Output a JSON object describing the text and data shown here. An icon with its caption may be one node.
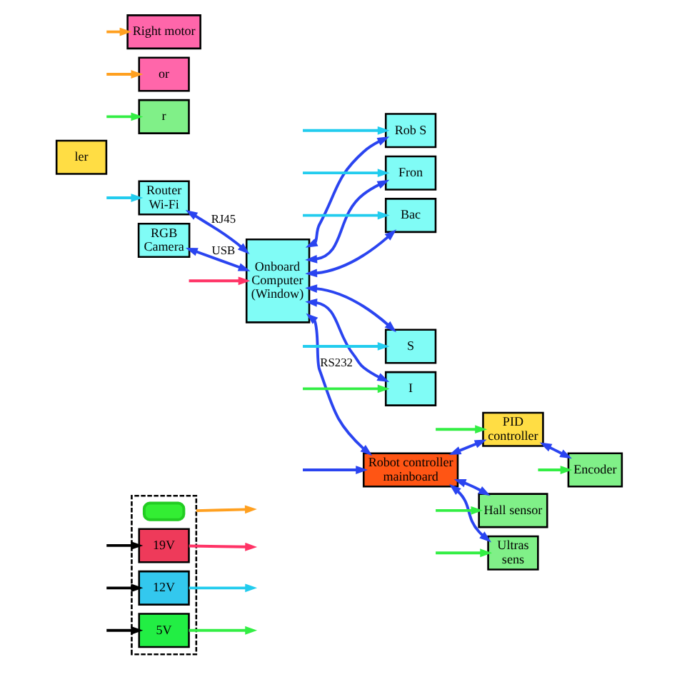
{
  "diagram": {
    "nodes": [
      {
        "text": [],
        "shape": "box"
      },
      {
        "text": [],
        "shape": "battery",
        "in": 0
      },
      {
        "text": [
          "19V"
        ],
        "in": 0
      },
      {
        "text": [
          "12V"
        ],
        "in": 0
      },
      {
        "text": [
          "5V"
        ],
        "in": 0
      },
      {
        "text": [
          "Router Wi-Fi"
        ]
      },
      {
        "text": [
          "RGB Camera"
        ]
      },
      {
        "text": [
          "Onboard Computer (Window)"
        ]
      },
      {
        "text": [
          "Rob S"
        ]
      },
      {
        "text": [
          "Fron"
        ]
      },
      {
        "text": [
          "Bac"
        ]
      },
      {
        "text": [
          "S"
        ]
      },
      {
        "text": [
          "I"
        ]
      },
      {
        "text": [
          "Robot controller mainboard"
        ]
      },
      {
        "text": [
          "ler"
        ]
      },
      {
        "text": [
          "PID controller"
        ]
      },
      {
        "text": [
          "r"
        ]
      },
      {
        "text": [
          "or"
        ]
      },
      {
        "text": [
          "Encoder"
        ]
      },
      {
        "text": [
          "Right motor"
        ]
      },
      {
        "text": [
          "Hall sensor"
        ]
      },
      {
        "text": [
          "Ultras sens"
        ]
      }
    ],
    "edges": [
      {
        "from": 5,
        "to": 7,
        "arrow": "both",
        "label": "RJ45"
      },
      {
        "from": 6,
        "to": 7,
        "arrow": "both",
        "label": "USB"
      },
      {
        "from": 7,
        "to": 8,
        "arrow": "both"
      },
      {
        "from": 7,
        "to": 9,
        "arrow": "both"
      },
      {
        "from": 7,
        "to": 10,
        "arrow": "both"
      },
      {
        "from": 7,
        "to": 11,
        "arrow": "both"
      },
      {
        "from": 7,
        "to": 12,
        "arrow": "both"
      },
      {
        "from": 7,
        "to": 13,
        "arrow": "both",
        "label": "RS232"
      },
      {
        "from": null,
        "to": 13,
        "arrow": "to"
      },
      {
        "from": 13,
        "to": 15,
        "arrow": "both"
      },
      {
        "from": 15,
        "to": 18,
        "arrow": "both"
      },
      {
        "from": 13,
        "to": 20,
        "arrow": "both"
      },
      {
        "from": 13,
        "to": 21,
        "arrow": "both"
      },
      {
        "from": null,
        "to": 5,
        "arrow": "to",
        "color": "#22ccee"
      },
      {
        "from": null,
        "to": 8,
        "arrow": "to",
        "color": "#22ccee"
      },
      {
        "from": null,
        "to": 9,
        "arrow": "to",
        "color": "#22ccee"
      },
      {
        "from": null,
        "to": 10,
        "arrow": "to",
        "color": "#22ccee"
      },
      {
        "from": null,
        "to": 11,
        "arrow": "to",
        "color": "#22ccee"
      },
      {
        "from": null,
        "to": 12,
        "arrow": "to",
        "color": "#33ee44"
      },
      {
        "from": null,
        "to": 7,
        "arrow": "to",
        "color": "#ff3366"
      },
      {
        "from": 2,
        "to": null,
        "arrow": "to",
        "color": "#ff3366"
      },
      {
        "from": 3,
        "to": null,
        "arrow": "to",
        "color": "#22ccee"
      },
      {
        "from": 4,
        "to": null,
        "arrow": "to",
        "color": "#33ee44"
      },
      {
        "from": 0,
        "to": null,
        "arrow": "to",
        "color": "#ffa020"
      },
      {
        "from": null,
        "to": 2,
        "arrow": "to",
        "color": "#000000"
      },
      {
        "from": null,
        "to": 3,
        "arrow": "to",
        "color": "#000000"
      },
      {
        "from": null,
        "to": 4,
        "arrow": "to",
        "color": "#000000"
      },
      {
        "from": null,
        "to": 15,
        "arrow": "to",
        "color": "#33ee44"
      },
      {
        "from": null,
        "to": 20,
        "arrow": "to",
        "color": "#33ee44"
      },
      {
        "from": null,
        "to": 21,
        "arrow": "to",
        "color": "#33ee44"
      },
      {
        "from": null,
        "to": 16,
        "arrow": "to",
        "color": "#33ee44"
      },
      {
        "from": null,
        "to": 18,
        "arrow": "to",
        "color": "#33ee44"
      },
      {
        "from": null,
        "to": 17,
        "arrow": "to",
        "color": "#ffa020"
      },
      {
        "from": null,
        "to": 19,
        "arrow": "to",
        "color": "#ffa020"
      }
    ]
  }
}
